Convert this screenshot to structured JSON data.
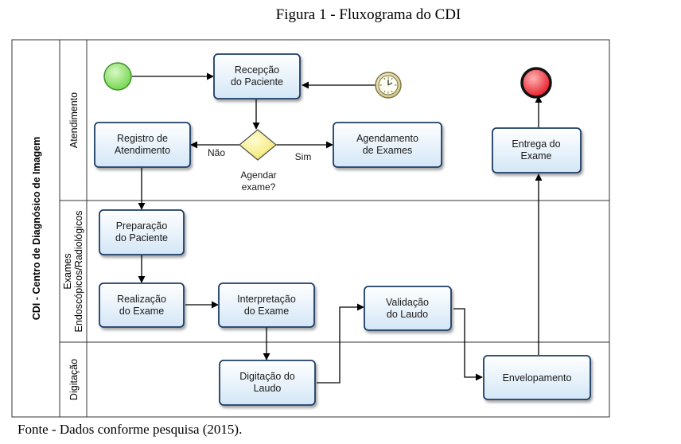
{
  "figure_title": "Figura 1 - Fluxograma do CDI",
  "source_note": "Fonte - Dados conforme pesquisa (2015).",
  "pool_label": "CDI - Centro de Diagnósico de Imagem",
  "lanes": {
    "atendimento": "Atendimento",
    "exames_line1": "Exames",
    "exames_line2": "Endoscópicos/Radiológicos",
    "digitacao": "Digitação"
  },
  "tasks": {
    "recepcao": [
      "Recepção",
      "do Paciente"
    ],
    "registro": [
      "Registro de",
      "Atendimento"
    ],
    "agendamento": [
      "Agendamento",
      "de Exames"
    ],
    "entrega": [
      "Entrega do",
      "Exame"
    ],
    "preparacao": [
      "Preparação",
      "do Paciente"
    ],
    "realizacao": [
      "Realização",
      "do Exame"
    ],
    "interpretacao": [
      "Interpretação",
      "do Exame"
    ],
    "validacao": [
      "Validação",
      "do Laudo"
    ],
    "digitacao_laudo": [
      "Digitação do",
      "Laudo"
    ],
    "envelopamento": [
      "Envelopamento"
    ]
  },
  "gateway": {
    "question_line1": "Agendar",
    "question_line2": "exame?",
    "no_label": "Não",
    "yes_label": "Sim"
  },
  "colors": {
    "start_event": "#7ee05a",
    "end_event": "#e8192c",
    "gateway_fill": "#f5ef7a",
    "task_fill_top": "#ffffff",
    "task_fill_bottom": "#d6e8f7",
    "task_stroke": "#1f3e66"
  }
}
